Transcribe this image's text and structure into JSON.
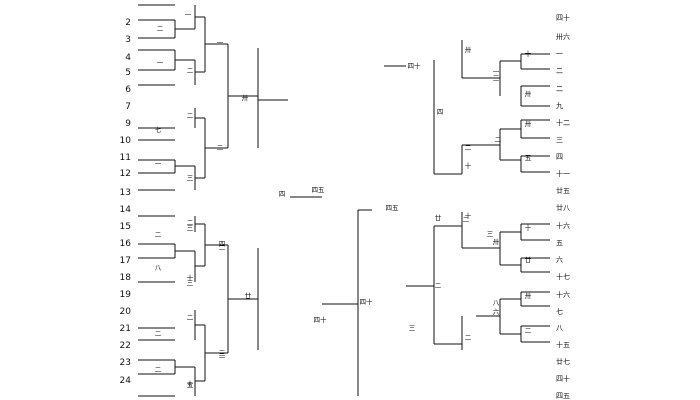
{
  "left_seeds": [
    {
      "label": "2"
    },
    {
      "label": "3"
    },
    {
      "label": "4"
    },
    {
      "label": "5"
    },
    {
      "label": "6"
    },
    {
      "label": "7"
    },
    {
      "label": "9"
    },
    {
      "label": "10"
    },
    {
      "label": "11"
    },
    {
      "label": "12"
    },
    {
      "label": "13"
    },
    {
      "label": "14"
    },
    {
      "label": "15"
    },
    {
      "label": "16"
    },
    {
      "label": "17"
    },
    {
      "label": "18"
    },
    {
      "label": "19"
    },
    {
      "label": "20"
    },
    {
      "label": "21"
    },
    {
      "label": "22"
    },
    {
      "label": "23"
    },
    {
      "label": "24"
    }
  ],
  "right_seeds": [
    {
      "label": "四十"
    },
    {
      "label": "卅六"
    },
    {
      "label": "一"
    },
    {
      "label": "二"
    },
    {
      "label": "二"
    },
    {
      "label": "九"
    },
    {
      "label": "十二"
    },
    {
      "label": "三"
    },
    {
      "label": "四"
    },
    {
      "label": "十一"
    },
    {
      "label": "廿五"
    },
    {
      "label": "廿八"
    },
    {
      "label": "十六"
    },
    {
      "label": "五"
    },
    {
      "label": "六"
    },
    {
      "label": "十七"
    },
    {
      "label": "十六"
    },
    {
      "label": "七"
    },
    {
      "label": "八"
    },
    {
      "label": "十五"
    },
    {
      "label": "廿七"
    },
    {
      "label": "四十"
    },
    {
      "label": "四五"
    }
  ],
  "game_labels": {
    "L1": "一",
    "L2": "二",
    "L3": "一",
    "L4": "二",
    "L5": "一",
    "L6": "二",
    "L7": "七",
    "L8": "二",
    "L9": "一",
    "L10": "三",
    "L11": "卅",
    "L12": "二",
    "L13": "二",
    "L14": "八",
    "L15": "十",
    "L16": "二",
    "L17": "二",
    "L18": "二",
    "L19": "三",
    "L20": "二",
    "L21": "五",
    "L22": "廿",
    "L23": "三",
    "L24": "三",
    "L25": "四",
    "L26": "一",
    "L27": "二",
    "L28": "十",
    "F1": "四",
    "F2": "四五",
    "F3": "四十",
    "F4": "四十",
    "F5": "四五",
    "R1": "四十",
    "R2": "卅",
    "R3": "四",
    "R4": "三",
    "R5": "十",
    "R6": "卅",
    "R7": "卅",
    "R8": "二",
    "R9": "十",
    "R10": "五",
    "R11": "廿",
    "R12": "二",
    "R13": "十",
    "R14": "卅",
    "R15": "廿",
    "R16": "二",
    "R17": "卅",
    "R18": "六",
    "R19": "二",
    "R20": "二",
    "R21": "三",
    "R22": "三",
    "R23": "十",
    "R24": "八",
    "R25": "二",
    "R26": "一"
  }
}
